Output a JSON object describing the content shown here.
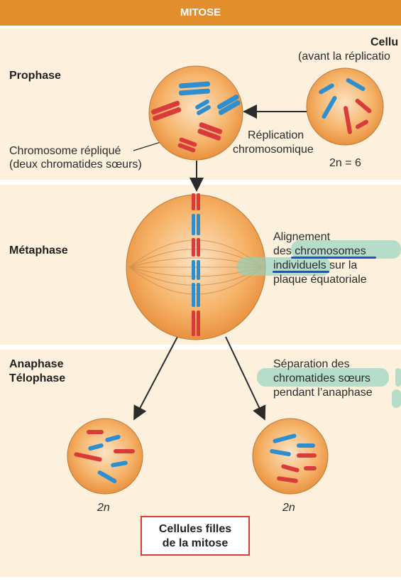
{
  "header": {
    "title": "MITOSE"
  },
  "stages": {
    "prophase": "Prophase",
    "metaphase": "Métaphase",
    "anaphase": "Anaphase",
    "telophase": "Télophase"
  },
  "top_cell": {
    "title": "Cellu",
    "subtitle": "(avant la réplicatio",
    "ploidy": "2n = 6"
  },
  "labels": {
    "replication_line1": "Réplication",
    "replication_line2": "chromosomique",
    "replicated_line1": "Chromosome répliqué",
    "replicated_line2": "(deux chromatides sœurs)",
    "align_line1": "Alignement",
    "align_line2": "des chromosomes",
    "align_line3": "individuels sur la",
    "align_line4": "plaque équatoriale",
    "sep_line1": "Séparation des",
    "sep_line2": "chromatides sœurs",
    "sep_line3": "pendant l’anaphase",
    "daughter_left_ploidy": "2n",
    "daughter_right_ploidy": "2n"
  },
  "daughter_box": {
    "line1": "Cellules filles",
    "line2": "de la mitose"
  },
  "colors": {
    "header": "#e38e2c",
    "band": "#fdf0dc",
    "cell_fill": "#f6b46a",
    "chrom_red": "#d93a3a",
    "chrom_blue": "#2e8fd0",
    "highlight": "#8fd3c0",
    "underline": "#1f4fd6"
  }
}
